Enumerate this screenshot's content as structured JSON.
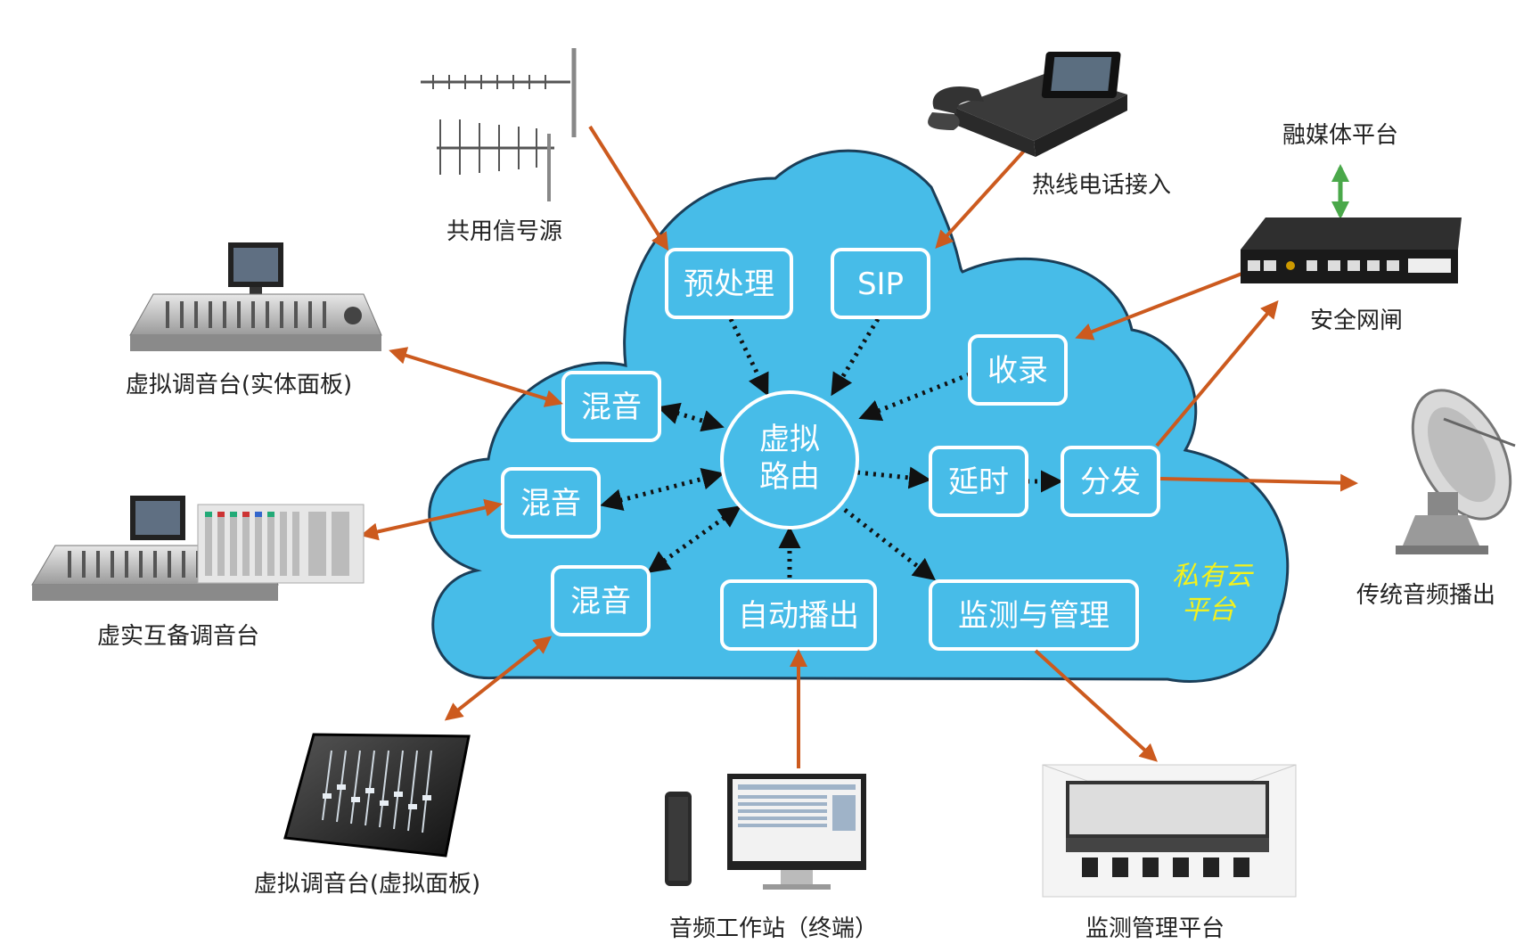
{
  "colors": {
    "cloud_fill": "#47bce8",
    "cloud_stroke": "#1b3e58",
    "box_fill": "#47bce8",
    "box_stroke": "#ffffff",
    "arrow_brown": "#cc5a1e",
    "arrow_green": "#4aa84a",
    "dotted_arrow": "#111111",
    "cloud_label": "#f4f11c"
  },
  "cloud_nodes": {
    "router": [
      "虚拟",
      "路由"
    ],
    "preprocess": "预处理",
    "sip": "SIP",
    "record": "收录",
    "mix1": "混音",
    "mix2": "混音",
    "mix3": "混音",
    "delay": "延时",
    "distribute": "分发",
    "auto_play": "自动播出",
    "monitor_manage": "监测与管理",
    "private_cloud": [
      "私有云",
      "平台"
    ]
  },
  "external": {
    "shared_source": "共用信号源",
    "hotline": "热线电话接入",
    "media_platform": "融媒体平台",
    "gateway": "安全网闸",
    "traditional": "传统音频播出",
    "console_physical": "虚拟调音台(实体面板)",
    "console_backup": "虚实互备调音台",
    "console_virtual": "虚拟调音台(虚拟面板)",
    "workstation": "音频工作站（终端）",
    "monitor_platform": "监测管理平台"
  },
  "icons": {
    "antenna": "yagi-antenna-icon",
    "phone": "desk-phone-icon",
    "gateway": "network-gateway-icon",
    "satellite": "satellite-dish-icon",
    "console": "mixing-console-icon",
    "rack": "equipment-rack-icon",
    "touch_panel": "touch-mixer-panel-icon",
    "computer": "desktop-computer-icon",
    "control_room": "control-room-icon"
  }
}
